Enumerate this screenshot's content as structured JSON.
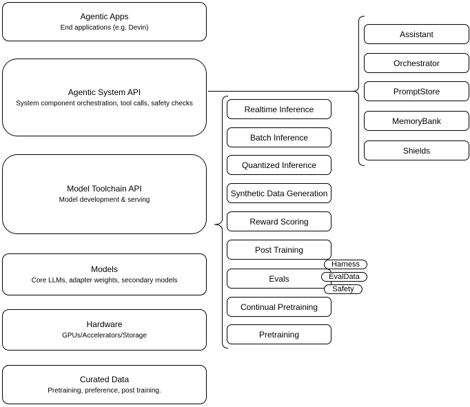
{
  "diagram": {
    "colors": {
      "background": "#ffffff",
      "stroke": "#000000",
      "fill": "#ffffff"
    },
    "left_column": [
      {
        "title": "Agentic Apps",
        "subtitle": "End applications (e.g. Devin)"
      },
      {
        "title": "Agentic System API",
        "subtitle": "System component orchestration, tool calls, safety checks"
      },
      {
        "title": "Model Toolchain API",
        "subtitle": "Model development & serving"
      },
      {
        "title": "Models",
        "subtitle": "Core LLMs, adapter weights, secondary models"
      },
      {
        "title": "Hardware",
        "subtitle": "GPUs/Accelerators/Storage"
      },
      {
        "title": "Curated Data",
        "subtitle": "Pretraining, preference, post training."
      }
    ],
    "toolchain_items": [
      "Realtime Inference",
      "Batch Inference",
      "Quantized Inference",
      "Synthetic Data Generation",
      "Reward Scoring",
      "Post Training",
      "Evals",
      "Continual Pretraining",
      "Pretraining"
    ],
    "eval_badges": [
      "Harness",
      "EvalData",
      "Safety"
    ],
    "system_components": [
      "Assistant",
      "Orchestrator",
      "PromptStore",
      "MemoryBank",
      "Shields"
    ]
  }
}
